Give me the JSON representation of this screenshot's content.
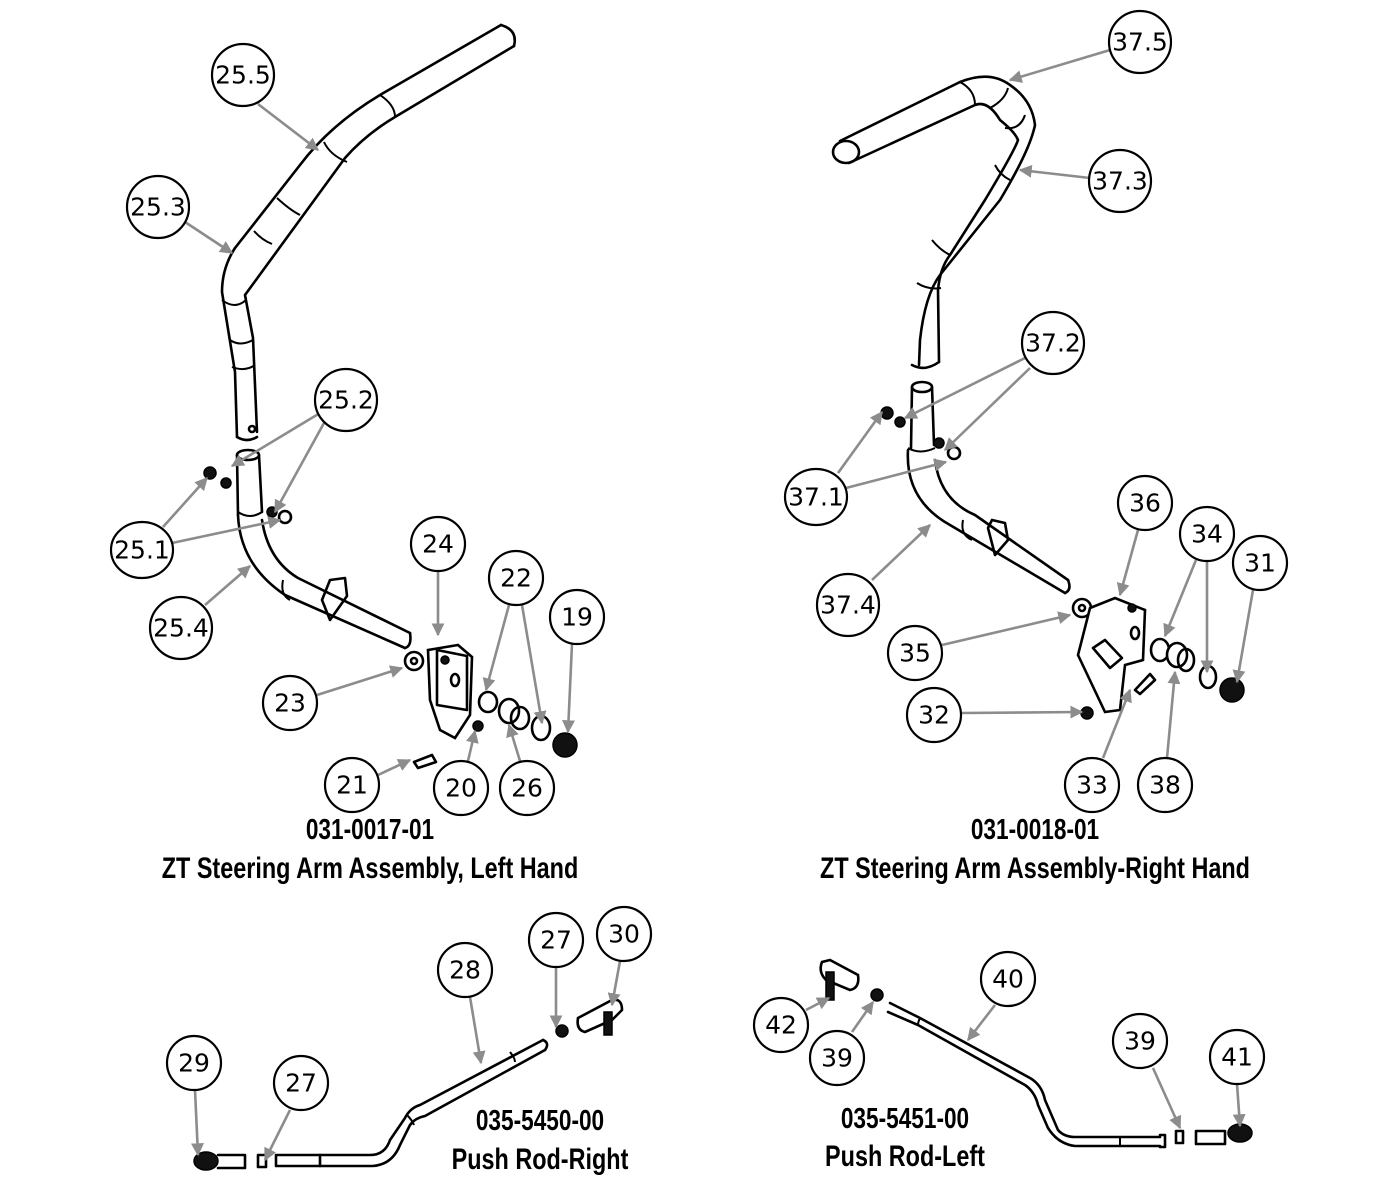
{
  "diagram_title": "ZT Steering Arm and Push Rod Parts Diagram",
  "assemblies": [
    {
      "id": "left-arm",
      "part_number": "031-0017-01",
      "description": "ZT Steering Arm Assembly, Left Hand",
      "callouts": [
        "25.5",
        "25.3",
        "25.2",
        "25.1",
        "25.4",
        "24",
        "22",
        "19",
        "23",
        "21",
        "20",
        "26"
      ]
    },
    {
      "id": "right-arm",
      "part_number": "031-0018-01",
      "description": "ZT Steering Arm Assembly-Right Hand",
      "callouts": [
        "37.5",
        "37.3",
        "37.2",
        "37.1",
        "37.4",
        "36",
        "34",
        "31",
        "35",
        "32",
        "33",
        "38"
      ]
    },
    {
      "id": "push-rod-right",
      "part_number": "035-5450-00",
      "description": "Push Rod-Right",
      "callouts": [
        "29",
        "27",
        "28",
        "27",
        "30"
      ]
    },
    {
      "id": "push-rod-left",
      "part_number": "035-5451-00",
      "description": "Push Rod-Left",
      "callouts": [
        "42",
        "39",
        "40",
        "39",
        "41"
      ]
    }
  ],
  "colors": {
    "leader": "#8c8c8c",
    "outline": "#000000",
    "background": "#ffffff"
  }
}
